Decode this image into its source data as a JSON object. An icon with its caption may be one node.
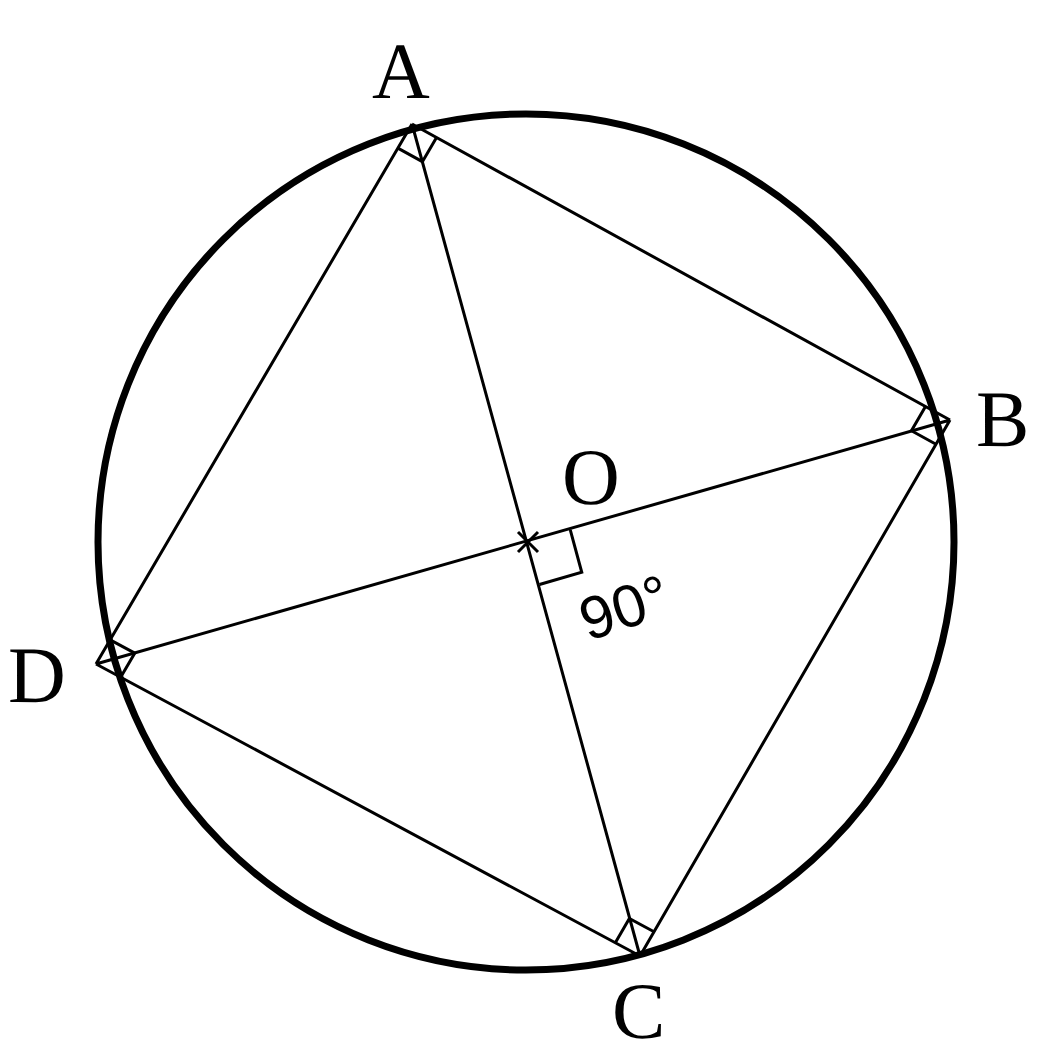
{
  "diagram": {
    "labels": [
      "A",
      "B",
      "O",
      "D",
      "90°",
      "C"
    ]
  }
}
